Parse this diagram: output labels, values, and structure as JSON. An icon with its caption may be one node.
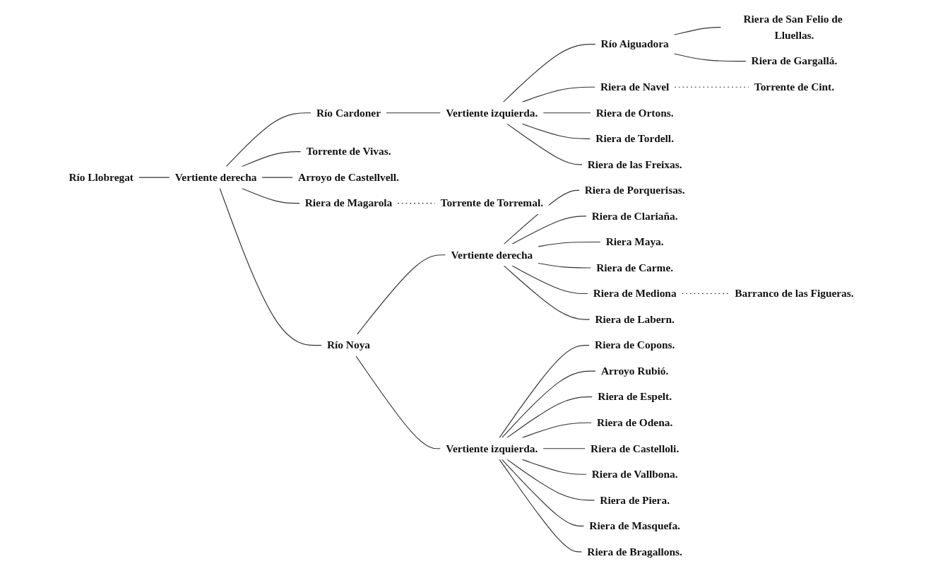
{
  "diagram": {
    "nodes": [
      {
        "text": [
          "Río Llobregat"
        ]
      },
      {
        "text": [
          "Vertiente derecha"
        ]
      },
      {
        "text": [
          "Río Cardoner"
        ]
      },
      {
        "text": [
          "Vertiente izquierda."
        ]
      },
      {
        "text": [
          "Río Aiguadora"
        ]
      },
      {
        "text": [
          "Riera de San Felio de Lluellas."
        ]
      },
      {
        "text": [
          "Riera de Gargallá."
        ]
      },
      {
        "text": [
          "Riera de Navel"
        ]
      },
      {
        "text": [
          "Torrente de Cint."
        ]
      },
      {
        "text": [
          "Riera de Ortons."
        ]
      },
      {
        "text": [
          "Riera de Tordell."
        ]
      },
      {
        "text": [
          "Riera de las Freixas."
        ]
      },
      {
        "text": [
          "Torrente de Vivas."
        ]
      },
      {
        "text": [
          "Arroyo de Castellvell."
        ]
      },
      {
        "text": [
          "Riera de Magarola"
        ]
      },
      {
        "text": [
          "Torrente de Torremal."
        ]
      },
      {
        "text": [
          "Río Noya"
        ]
      },
      {
        "text": [
          "Vertiente derecha"
        ]
      },
      {
        "text": [
          "Riera de Porquerisas."
        ]
      },
      {
        "text": [
          "Riera de Clariaña."
        ]
      },
      {
        "text": [
          "Riera Maya."
        ]
      },
      {
        "text": [
          "Riera de Carme."
        ]
      },
      {
        "text": [
          "Riera de Mediona"
        ]
      },
      {
        "text": [
          "Barranco de las Figueras."
        ]
      },
      {
        "text": [
          "Riera de Labern."
        ]
      },
      {
        "text": [
          "Vertiente izquierda."
        ]
      },
      {
        "text": [
          "Riera de Copons."
        ]
      },
      {
        "text": [
          "Arroyo Rubió."
        ]
      },
      {
        "text": [
          "Riera de Espelt."
        ]
      },
      {
        "text": [
          "Riera de Odena."
        ]
      },
      {
        "text": [
          "Riera de Castelloli."
        ]
      },
      {
        "text": [
          "Riera de Vallbona."
        ]
      },
      {
        "text": [
          "Riera de Piera."
        ]
      },
      {
        "text": [
          "Riera de Masquefa."
        ]
      },
      {
        "text": [
          "Riera de Bragallons."
        ]
      }
    ],
    "edges": [
      {
        "from": 0,
        "to": 1,
        "arrow": "none"
      },
      {
        "from": 1,
        "to": 2,
        "arrow": "none"
      },
      {
        "from": 2,
        "to": 3,
        "arrow": "none"
      },
      {
        "from": 3,
        "to": 4,
        "arrow": "none"
      },
      {
        "from": 4,
        "to": 5,
        "arrow": "none"
      },
      {
        "from": 4,
        "to": 6,
        "arrow": "none"
      },
      {
        "from": 3,
        "to": 7,
        "arrow": "none"
      },
      {
        "from": 7,
        "to": 8,
        "arrow": "none",
        "style": "dashed"
      },
      {
        "from": 3,
        "to": 9,
        "arrow": "none"
      },
      {
        "from": 3,
        "to": 10,
        "arrow": "none"
      },
      {
        "from": 3,
        "to": 11,
        "arrow": "none"
      },
      {
        "from": 1,
        "to": 12,
        "arrow": "none"
      },
      {
        "from": 1,
        "to": 13,
        "arrow": "none"
      },
      {
        "from": 1,
        "to": 14,
        "arrow": "none"
      },
      {
        "from": 14,
        "to": 15,
        "arrow": "none",
        "style": "dashed"
      },
      {
        "from": 1,
        "to": 16,
        "arrow": "none"
      },
      {
        "from": 16,
        "to": 17,
        "arrow": "none"
      },
      {
        "from": 17,
        "to": 18,
        "arrow": "none"
      },
      {
        "from": 17,
        "to": 19,
        "arrow": "none"
      },
      {
        "from": 17,
        "to": 20,
        "arrow": "none"
      },
      {
        "from": 17,
        "to": 21,
        "arrow": "none"
      },
      {
        "from": 17,
        "to": 22,
        "arrow": "none"
      },
      {
        "from": 22,
        "to": 23,
        "arrow": "none",
        "style": "dashed"
      },
      {
        "from": 17,
        "to": 24,
        "arrow": "none"
      },
      {
        "from": 16,
        "to": 25,
        "arrow": "none"
      },
      {
        "from": 25,
        "to": 26,
        "arrow": "none"
      },
      {
        "from": 25,
        "to": 27,
        "arrow": "none"
      },
      {
        "from": 25,
        "to": 28,
        "arrow": "none"
      },
      {
        "from": 25,
        "to": 29,
        "arrow": "none"
      },
      {
        "from": 25,
        "to": 30,
        "arrow": "none"
      },
      {
        "from": 25,
        "to": 31,
        "arrow": "none"
      },
      {
        "from": 25,
        "to": 32,
        "arrow": "none"
      },
      {
        "from": 25,
        "to": 33,
        "arrow": "none"
      },
      {
        "from": 25,
        "to": 34,
        "arrow": "none"
      }
    ]
  }
}
